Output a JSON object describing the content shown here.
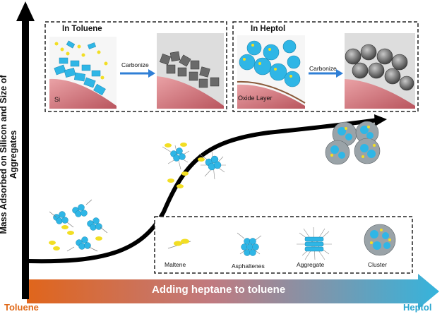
{
  "axes": {
    "y_label": "Mass Adsorbed on Silicon and Size of Aggregates",
    "x_bar_label": "Adding heptane to toluene",
    "x_start": "Toluene",
    "x_end": "Heptol"
  },
  "panels": [
    {
      "title": "In Toluene",
      "surface_label": "Si",
      "arrow_label": "Carbonize"
    },
    {
      "title": "In Heptol",
      "surface_label": "Oxide Layer",
      "arrow_label": "Carbonize"
    }
  ],
  "legend": {
    "items": [
      "Maltene",
      "Asphaltenes",
      "Aggregate",
      "Cluster"
    ]
  },
  "colors": {
    "asphaltene": "#2fb6e6",
    "maltene": "#f2de23",
    "gradient_start": "#e0651b",
    "gradient_end": "#35b4dc",
    "silicon": "#d9858c"
  }
}
